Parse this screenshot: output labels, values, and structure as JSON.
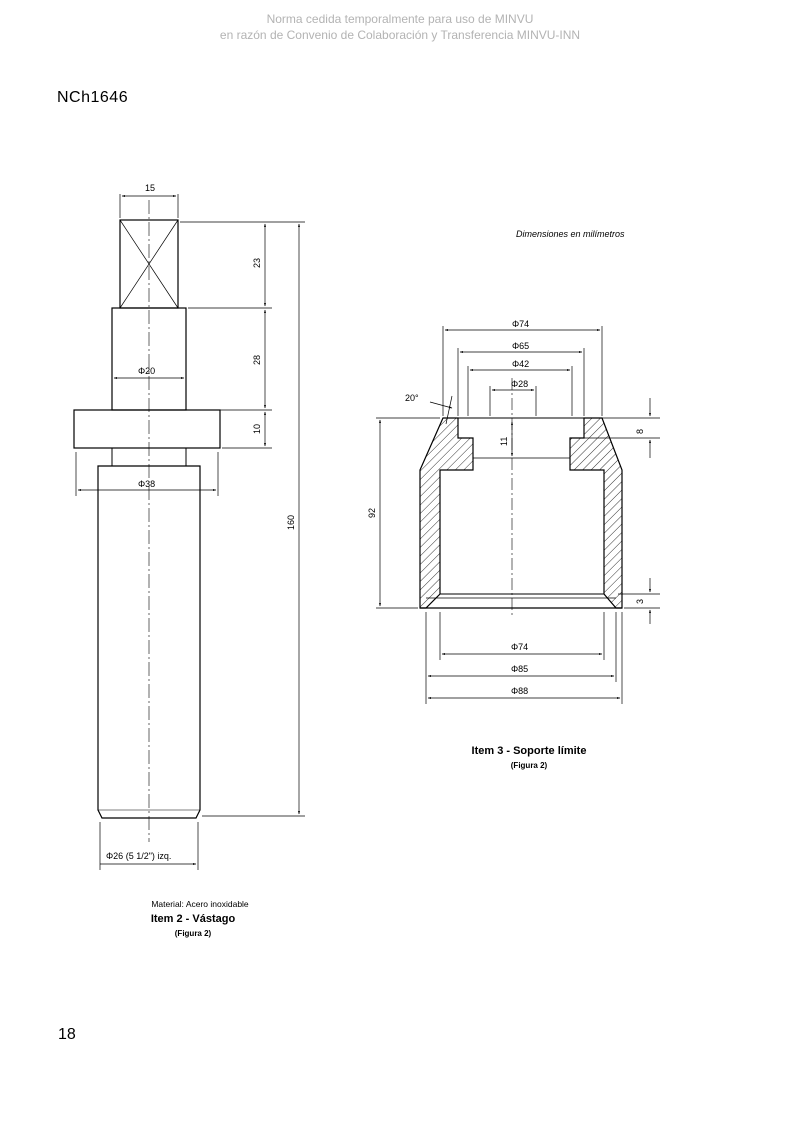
{
  "watermark": {
    "line1": "Norma cedida temporalmente para uso de MINVU",
    "line2": "en razón de Convenio de Colaboración y Transferencia MINVU-INN"
  },
  "header": {
    "standard_code": "NCh1646"
  },
  "page_number": "18",
  "item2": {
    "dims": {
      "top_width": "15",
      "square_height": "23",
      "shaft_height": "28",
      "shaft_diameter": "Φ20",
      "collar_height": "10",
      "collar_diameter": "Φ38",
      "total_length": "160",
      "thread": "Φ26 (5 1/2\") izq."
    },
    "material": "Material: Acero inoxidable",
    "title": "Item 2 - Vástago",
    "figure": "(Figura 2)"
  },
  "item3": {
    "note": "Dimensiones en milímetros",
    "dims": {
      "d74_top": "Φ74",
      "d65": "Φ65",
      "d42": "Φ42",
      "d28": "Φ28",
      "angle": "20°",
      "top_height": "8",
      "inner_step": "11",
      "height": "92",
      "bottom_height": "3",
      "d74_bottom": "Φ74",
      "d85": "Φ85",
      "d88": "Φ88"
    },
    "title": "Item 3 - Soporte límite",
    "figure": "(Figura 2)"
  }
}
